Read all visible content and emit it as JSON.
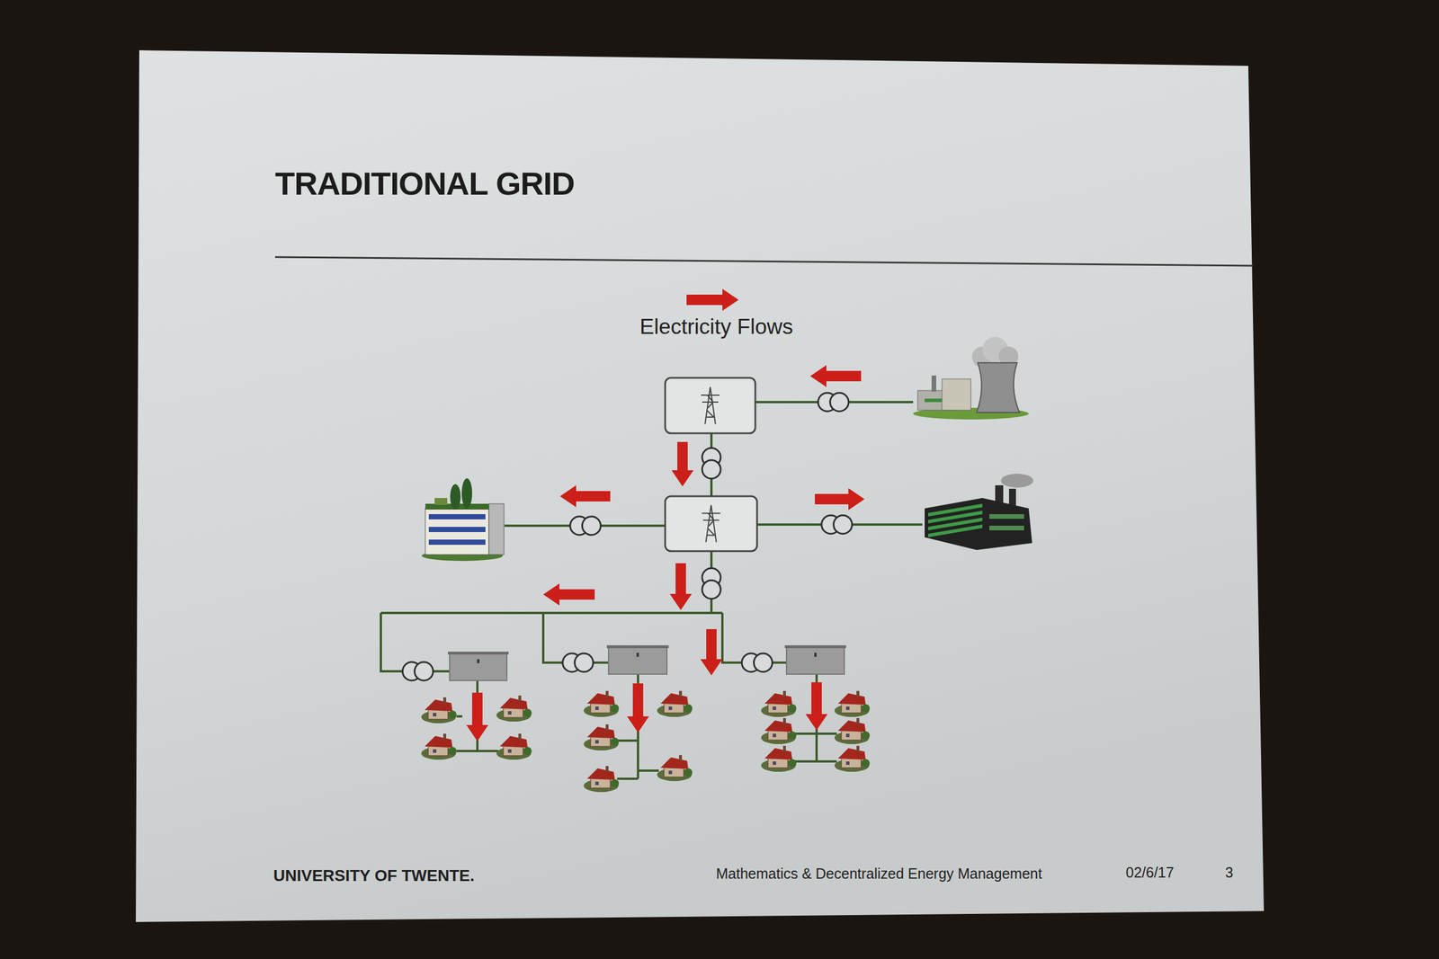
{
  "diagram": {
    "title": "TRADITIONAL GRID",
    "labels": [
      "UNIVERSITY OF TWENTE.",
      "Mathematics & Decentralized Energy Management",
      "02/6/17",
      "3"
    ],
    "legend": [
      {
        "text": "Electricity Flows"
      }
    ]
  }
}
